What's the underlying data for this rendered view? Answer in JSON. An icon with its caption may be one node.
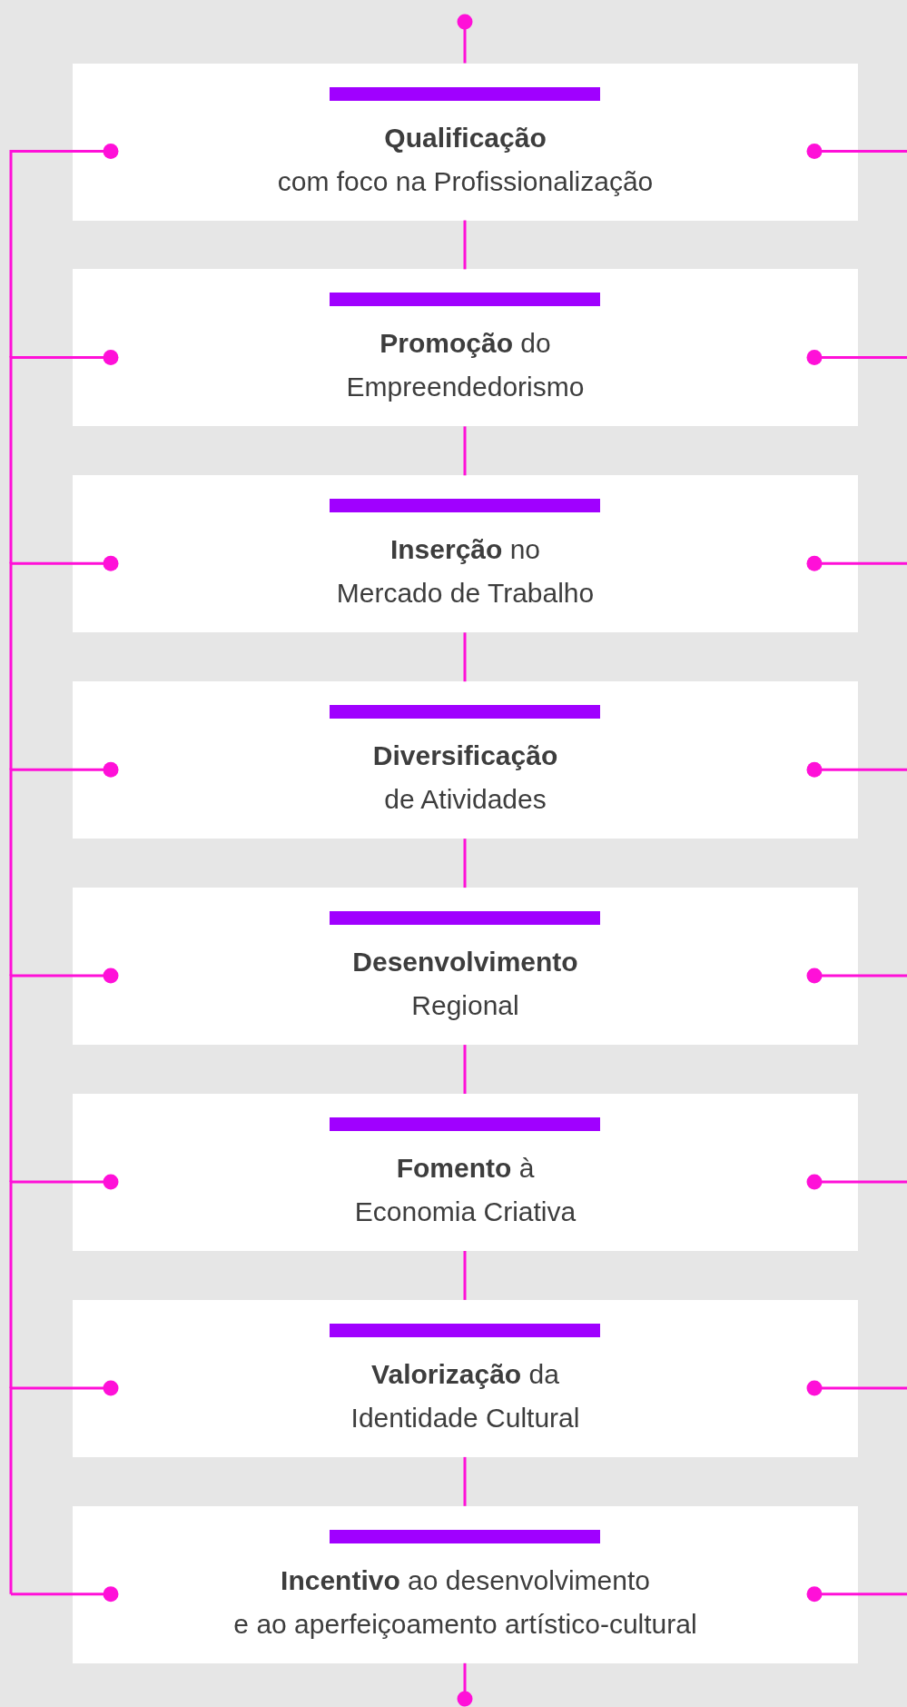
{
  "diagram": {
    "nodes": [
      {
        "text": [
          "**Qualificação** com foco na Profissionalização"
        ]
      },
      {
        "text": [
          "**Promoção** do Empreendedorismo"
        ]
      },
      {
        "text": [
          "**Inserção** no Mercado de Trabalho"
        ]
      },
      {
        "text": [
          "**Diversificação** de Atividades"
        ]
      },
      {
        "text": [
          "**Desenvolvimento** Regional"
        ]
      },
      {
        "text": [
          "**Fomento** à Economia Criativa"
        ]
      },
      {
        "text": [
          "**Valorização** da Identidade Cultural"
        ]
      },
      {
        "text": [
          "**Incentivo** ao desenvolvimento e ao aperfeiçoamento artístico-cultural"
        ]
      }
    ],
    "edges": [
      {
        "from": 0,
        "to": 1,
        "arrow": "none"
      },
      {
        "from": 1,
        "to": 2,
        "arrow": "none"
      },
      {
        "from": 2,
        "to": 3,
        "arrow": "none"
      },
      {
        "from": 3,
        "to": 4,
        "arrow": "none"
      },
      {
        "from": 4,
        "to": 5,
        "arrow": "none"
      },
      {
        "from": 5,
        "to": 6,
        "arrow": "none"
      },
      {
        "from": 6,
        "to": 7,
        "arrow": "none"
      },
      {
        "from": null,
        "to": 0,
        "arrow": "other"
      },
      {
        "from": null,
        "to": 7,
        "arrow": "other"
      },
      {
        "from": 0,
        "to": null,
        "arrow": "other"
      },
      {
        "from": 1,
        "to": null,
        "arrow": "other"
      },
      {
        "from": 2,
        "to": null,
        "arrow": "other"
      },
      {
        "from": 3,
        "to": null,
        "arrow": "other"
      },
      {
        "from": 4,
        "to": null,
        "arrow": "other"
      },
      {
        "from": 5,
        "to": null,
        "arrow": "other"
      },
      {
        "from": 6,
        "to": null,
        "arrow": "other"
      },
      {
        "from": 7,
        "to": null,
        "arrow": "other"
      },
      {
        "from": 0,
        "to": null,
        "arrow": "other"
      },
      {
        "from": 1,
        "to": null,
        "arrow": "other"
      },
      {
        "from": 2,
        "to": null,
        "arrow": "other"
      },
      {
        "from": 3,
        "to": null,
        "arrow": "other"
      },
      {
        "from": 4,
        "to": null,
        "arrow": "other"
      },
      {
        "from": 5,
        "to": null,
        "arrow": "other"
      },
      {
        "from": 6,
        "to": null,
        "arrow": "other"
      },
      {
        "from": 7,
        "to": null,
        "arrow": "other"
      }
    ]
  }
}
